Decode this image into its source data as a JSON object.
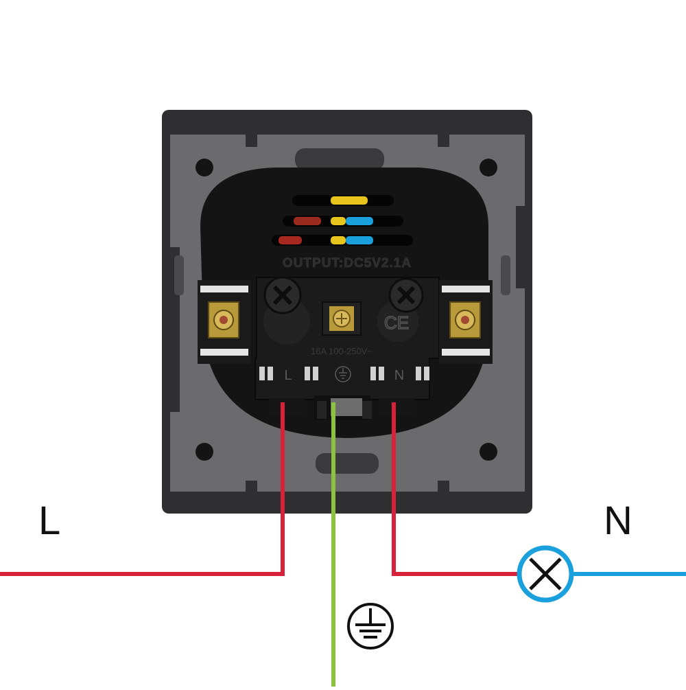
{
  "labels": {
    "live": "L",
    "neutral": "N"
  },
  "socket": {
    "output_marking": "OUTPUT:DC5V2.1A",
    "rating_marking": "16A 100-250V~",
    "terminal_live": "L",
    "terminal_neutral": "N",
    "ce_mark": "CE"
  },
  "icons": {
    "earth": "earth-ground-icon",
    "lamp": "lamp-icon"
  },
  "colors": {
    "live_wire": "#d8223a",
    "earth_wire": "#8cc23c",
    "neutral_wire": "#1aa0dc",
    "lamp_ring": "#1aa0dc",
    "frame": "#2f2f31",
    "plate": "#6b6b6d",
    "body": "#141414"
  }
}
